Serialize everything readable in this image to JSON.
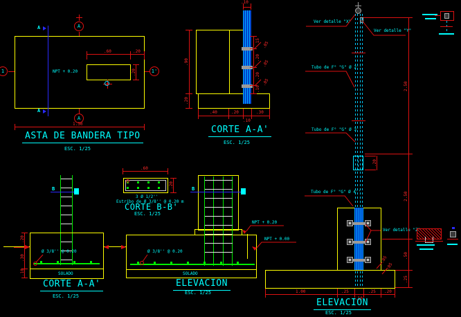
{
  "drawing": {
    "colors": {
      "background": "#000000",
      "outline_yellow": "#ffff00",
      "dimension_red": "#dd1111",
      "text_cyan": "#00ffff",
      "section_blue": "#2a2aff",
      "rebar_green": "#00ee00",
      "stirrup_white": "#e8e8e8",
      "pipe_blue": "#0088ee",
      "coupling_gray": "#9a9a9a"
    },
    "plan": {
      "title": "ASTA DE BANDERA TIPO",
      "scale": "ESC. 1/25",
      "level_label": "NPT + 0.20",
      "bubble_top": "A",
      "bubble_bottom": "A",
      "bubble_left": "1",
      "bubble_right": "1'",
      "section_mark_top": "A",
      "section_mark_bottom": "A",
      "dim_total_width": "1.30",
      "dim_base_length": ".60",
      "dim_base_offset": ".20",
      "dim_base_height": ".20"
    },
    "corte_a_top": {
      "title": "CORTE A-A'",
      "scale": "ESC. 1/25",
      "dim_pole_width": ".10",
      "dim_seg1": ".15",
      "dim_seg2": ".20",
      "dim_seg3": ".20",
      "dim_seg4": ".10",
      "dim_coupling1": ".05",
      "dim_coupling2": ".05",
      "dim_coupling3": ".05",
      "dim_pedestal_height": ".90",
      "dim_slab_height": ".20",
      "dim_b1": ".40",
      "dim_b2": ".20",
      "dim_b3": ".10",
      "dim_b4": ".30"
    },
    "corte_b": {
      "title": "CORTE B-B'",
      "scale": "ESC. 1/25",
      "bars_note": "3 Ø 1/2''",
      "stirrup_note": "Estribo de Ø 3/8'' @ 0.20 m",
      "dim_width": ".60",
      "dim_height": ".20"
    },
    "corte_a_bottom": {
      "title": "CORTE A-A'",
      "scale": "ESC. 1/25",
      "rebar_note": "Ø 3/8'' @ 0.20",
      "solado_label": "SOLADO",
      "section_mark": "B",
      "dim_top": ".20",
      "dim_mid": ".30",
      "dim_solado": ".10"
    },
    "elev_mid": {
      "title": "ELEVACION",
      "scale": "ESC. 1/25",
      "rebar_note": "Ø 3/8'' @ 0.20",
      "solado_label": "SOLADO",
      "section_mark": "B"
    },
    "elev_right": {
      "title": "ELEVACION",
      "scale": "ESC. 1/25",
      "detail_x": "Ver detalle \"X\"",
      "detail_y": "Ver detalle \"Y\"",
      "detail_z": "Ver detalle \"Z\"",
      "tube_2": "Tubo de F° \"G\" Ø 2''",
      "tube_3": "Tubo de F° \"G\" Ø 3''",
      "tube_4": "Tubo de F° \"G\" Ø 4''",
      "npt_020": "NPT + 0.20",
      "npt_000": "NPT + 0.00",
      "dim_upper": "2.50",
      "dim_lower": "2.50",
      "dim_coupling": ".20",
      "dim_buried": ".50",
      "dim_footing": ".25",
      "dim_s1": ".05",
      "dim_s2": ".05",
      "dim_b1": "1.00",
      "dim_b2": ".25",
      "dim_b3": ".10",
      "dim_b4": ".25",
      "dim_b5": ".20"
    }
  }
}
